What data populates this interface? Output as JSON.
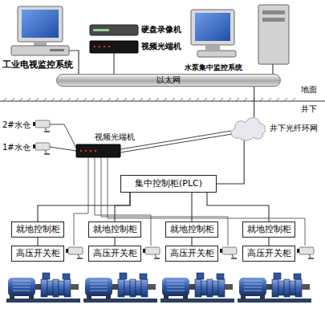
{
  "diagram": {
    "nodes": [
      {
        "text": [
          "以太网"
        ]
      },
      {
        "text": [
          "井下光纤环网"
        ]
      },
      {
        "text": [
          "集中控制柜(PLC)"
        ]
      },
      {
        "text": [
          "就地控制柜"
        ]
      },
      {
        "text": [
          "就地控制柜"
        ]
      },
      {
        "text": [
          "就地控制柜"
        ]
      },
      {
        "text": [
          "就地控制柜"
        ]
      },
      {
        "text": [
          "高压开关柜"
        ]
      },
      {
        "text": [
          "高压开关柜"
        ]
      },
      {
        "text": [
          "高压开关柜"
        ]
      },
      {
        "text": [
          "高压开关柜"
        ]
      }
    ],
    "edges": [
      {
        "from": 1,
        "to": 0,
        "arrow": "none"
      },
      {
        "from": 1,
        "to": 2,
        "arrow": "none"
      },
      {
        "from": 2,
        "to": 3,
        "arrow": "none"
      },
      {
        "from": 2,
        "to": 4,
        "arrow": "none"
      },
      {
        "from": 2,
        "to": 5,
        "arrow": "none"
      },
      {
        "from": 2,
        "to": 6,
        "arrow": "none"
      },
      {
        "from": 3,
        "to": 7,
        "arrow": "none"
      },
      {
        "from": 4,
        "to": 8,
        "arrow": "none"
      },
      {
        "from": 5,
        "to": 9,
        "arrow": "none"
      },
      {
        "from": 6,
        "to": 10,
        "arrow": "none"
      }
    ],
    "labels": [
      "硬盘录像机",
      "视频光端机",
      "工业电视监控系统",
      "水泵集中监控系统",
      "地面",
      "井下",
      "2#水仓",
      "1#水仓",
      "视频光端机"
    ]
  }
}
